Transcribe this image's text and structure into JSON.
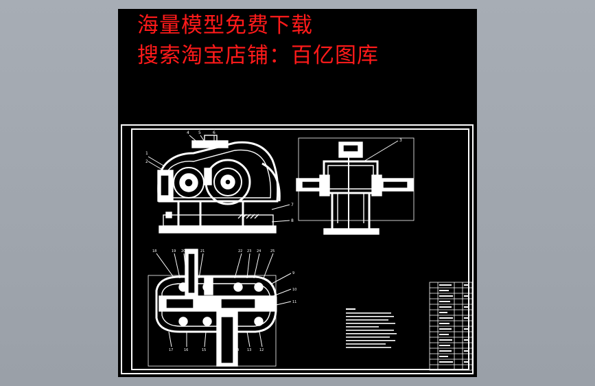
{
  "watermark": {
    "line1": "海量模型免费下载",
    "line2": "搜索淘宝店铺：百亿图库"
  },
  "drawing": {
    "views": [
      "front-view",
      "side-view",
      "top-view"
    ],
    "colors": {
      "background": "#000000",
      "lines": "#ffffff",
      "watermark": "#ff1a1a",
      "window": "#a0a6ae"
    }
  }
}
